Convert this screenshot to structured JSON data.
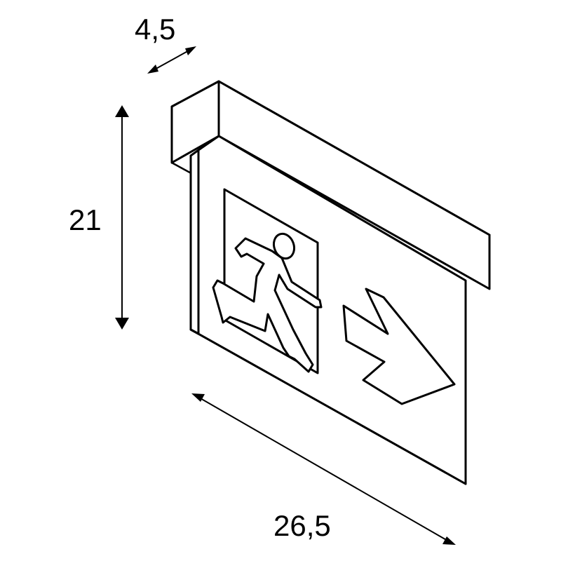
{
  "dimensions": {
    "depth": "4,5",
    "height": "21",
    "width": "26,5"
  }
}
